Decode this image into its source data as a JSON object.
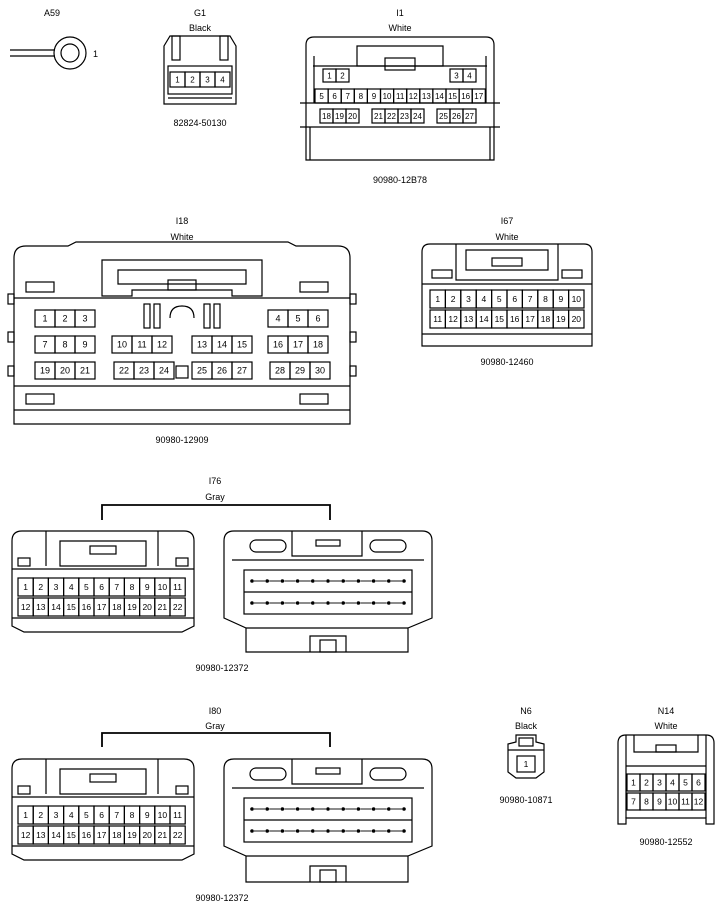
{
  "connectors": {
    "a59": {
      "code": "A59",
      "pin": "1"
    },
    "g1": {
      "code": "G1",
      "color": "Black",
      "part": "82824-50130",
      "pins": [
        "1",
        "2",
        "3",
        "4"
      ]
    },
    "i1": {
      "code": "I1",
      "color": "White",
      "part": "90980-12B78",
      "rows": [
        [
          "1",
          "2",
          "3",
          "4"
        ],
        [
          "5",
          "6",
          "7",
          "8",
          "9",
          "10",
          "11",
          "12",
          "13",
          "14",
          "15",
          "16",
          "17"
        ],
        [
          "18",
          "19",
          "20",
          "21",
          "22",
          "23",
          "24",
          "25",
          "26",
          "27"
        ]
      ]
    },
    "i18": {
      "code": "I18",
      "color": "White",
      "part": "90980-12909",
      "rows": [
        [
          "1",
          "2",
          "3",
          "4",
          "5",
          "6"
        ],
        [
          "7",
          "8",
          "9",
          "10",
          "11",
          "12",
          "13",
          "14",
          "15",
          "16",
          "17",
          "18"
        ],
        [
          "19",
          "20",
          "21",
          "22",
          "23",
          "24",
          "25",
          "26",
          "27",
          "28",
          "29",
          "30"
        ]
      ]
    },
    "i67": {
      "code": "I67",
      "color": "White",
      "part": "90980-12460",
      "rows": [
        [
          "1",
          "2",
          "3",
          "4",
          "5",
          "6",
          "7",
          "8",
          "9",
          "10"
        ],
        [
          "11",
          "12",
          "13",
          "14",
          "15",
          "16",
          "17",
          "18",
          "19",
          "20"
        ]
      ]
    },
    "i76": {
      "code": "I76",
      "color": "Gray",
      "part": "90980-12372",
      "rows": [
        [
          "1",
          "2",
          "3",
          "4",
          "5",
          "6",
          "7",
          "8",
          "9",
          "10",
          "11"
        ],
        [
          "12",
          "13",
          "14",
          "15",
          "16",
          "17",
          "18",
          "19",
          "20",
          "21",
          "22"
        ]
      ]
    },
    "i80": {
      "code": "I80",
      "color": "Gray",
      "part": "90980-12372",
      "rows": [
        [
          "1",
          "2",
          "3",
          "4",
          "5",
          "6",
          "7",
          "8",
          "9",
          "10",
          "11"
        ],
        [
          "12",
          "13",
          "14",
          "15",
          "16",
          "17",
          "18",
          "19",
          "20",
          "21",
          "22"
        ]
      ]
    },
    "n6": {
      "code": "N6",
      "color": "Black",
      "part": "90980-10871",
      "pins": [
        "1"
      ]
    },
    "n14": {
      "code": "N14",
      "color": "White",
      "part": "90980-12552",
      "rows": [
        [
          "1",
          "2",
          "3",
          "4",
          "5",
          "6"
        ],
        [
          "7",
          "8",
          "9",
          "10",
          "11",
          "12"
        ]
      ]
    }
  }
}
